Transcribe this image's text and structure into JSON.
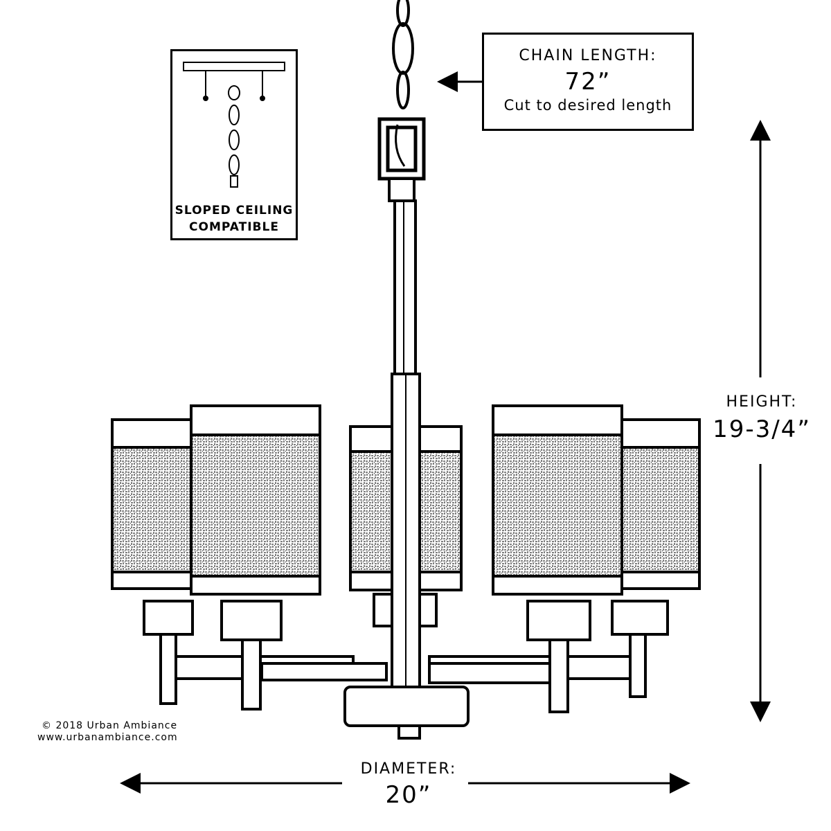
{
  "inset": {
    "caption_line1": "SLOPED CEILING",
    "caption_line2": "COMPATIBLE"
  },
  "chain": {
    "label": "CHAIN LENGTH:",
    "value": "72”",
    "note": "Cut to desired length"
  },
  "height": {
    "label": "HEIGHT:",
    "value": "19-3/4”"
  },
  "diameter": {
    "label": "DIAMETER:",
    "value": "20”"
  },
  "footer": {
    "copyright": "© 2018 Urban Ambiance",
    "website": "www.urbanambiance.com"
  },
  "icons": {
    "shade_count": 5,
    "arrow_icons": [
      "arrow-left-icon",
      "arrow-up-down-icon",
      "arrow-left-right-icon"
    ]
  }
}
